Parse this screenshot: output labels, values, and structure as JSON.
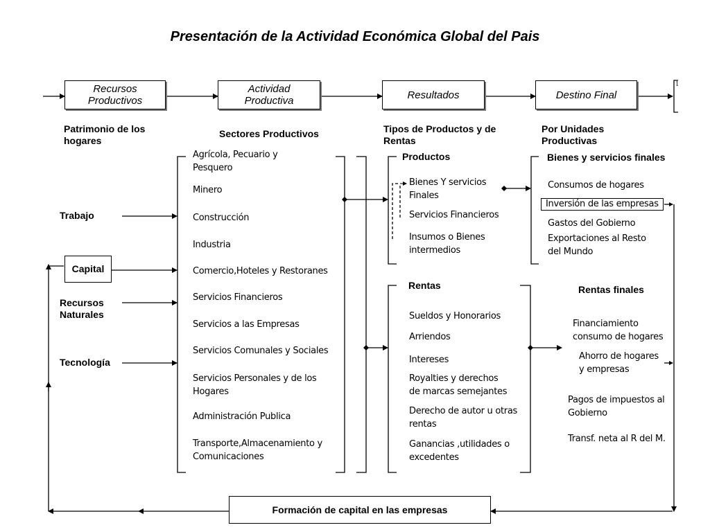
{
  "title": "Presentación de la Actividad Económica Global del Pais",
  "stages": [
    "Recursos\nProductivos",
    "Actividad\nProductiva",
    "Resultados",
    "Destino Final"
  ],
  "stage_next_cut": "1",
  "column_headers": {
    "patrimonio": "Patrimonio de los\nhogares",
    "sectores": "Sectores Productivos",
    "tipos": "Tipos de Productos y de\nRentas",
    "unidades": "Por Unidades\nProductivas"
  },
  "recursos": {
    "trabajo": "Trabajo",
    "capital": "Capital",
    "naturales": "Recursos\nNaturales",
    "tecnologia": "Tecnología"
  },
  "sectores": [
    "Agrícola, Pecuario y\nPesquero",
    "Minero",
    "Construcción",
    "Industria",
    "Comercio,Hoteles y Restoranes",
    "Servicios Financieros",
    "Servicios a las Empresas",
    "Servicios Comunales y Sociales",
    "Servicios Personales y de los\nHogares",
    "Administración Publica",
    "Transporte,Almacenamiento y\nComunicaciones"
  ],
  "productos": {
    "header": "Productos",
    "items": [
      "Bienes Y servicios\nFinales",
      "Servicios Financieros",
      "Insumos o Bienes\nintermedios"
    ]
  },
  "rentas": {
    "header": "Rentas",
    "items": [
      "Sueldos y Honorarios",
      "Arriendos",
      "Intereses",
      "Royalties y derechos\nde marcas semejantes",
      "Derecho de autor u otras\nrentas",
      "Ganancias ,utilidades o\nexcedentes"
    ]
  },
  "bienes_finales": {
    "header": "Bienes y servicios finales",
    "items": [
      "Consumos de hogares",
      "Inversión de las empresas",
      "Gastos del Gobierno",
      "Exportaciones al Resto\ndel Mundo"
    ]
  },
  "rentas_finales": {
    "header": "Rentas finales",
    "items": [
      "Financiamiento\nconsumo de hogares",
      "Ahorro de hogares\ny empresas",
      "Pagos de impuestos al\nGobierno",
      "Transf. neta al R del M."
    ]
  },
  "formacion": "Formación de capital en las empresas"
}
